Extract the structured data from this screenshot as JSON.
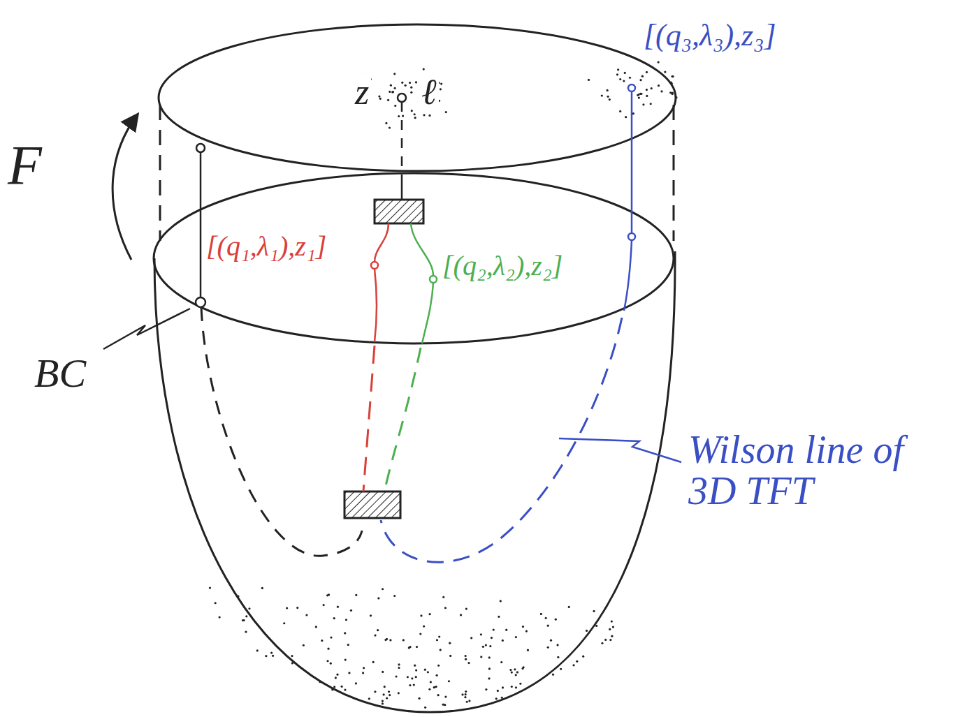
{
  "diagram": {
    "labels": [
      "F",
      "BC",
      "z",
      "ℓ",
      "[(q₃,λ₃),z₃]",
      "[(q₁,λ₁),z₁]",
      "[(q₂,λ₂),z₂]",
      "Wilson line of 3D TFT"
    ]
  }
}
